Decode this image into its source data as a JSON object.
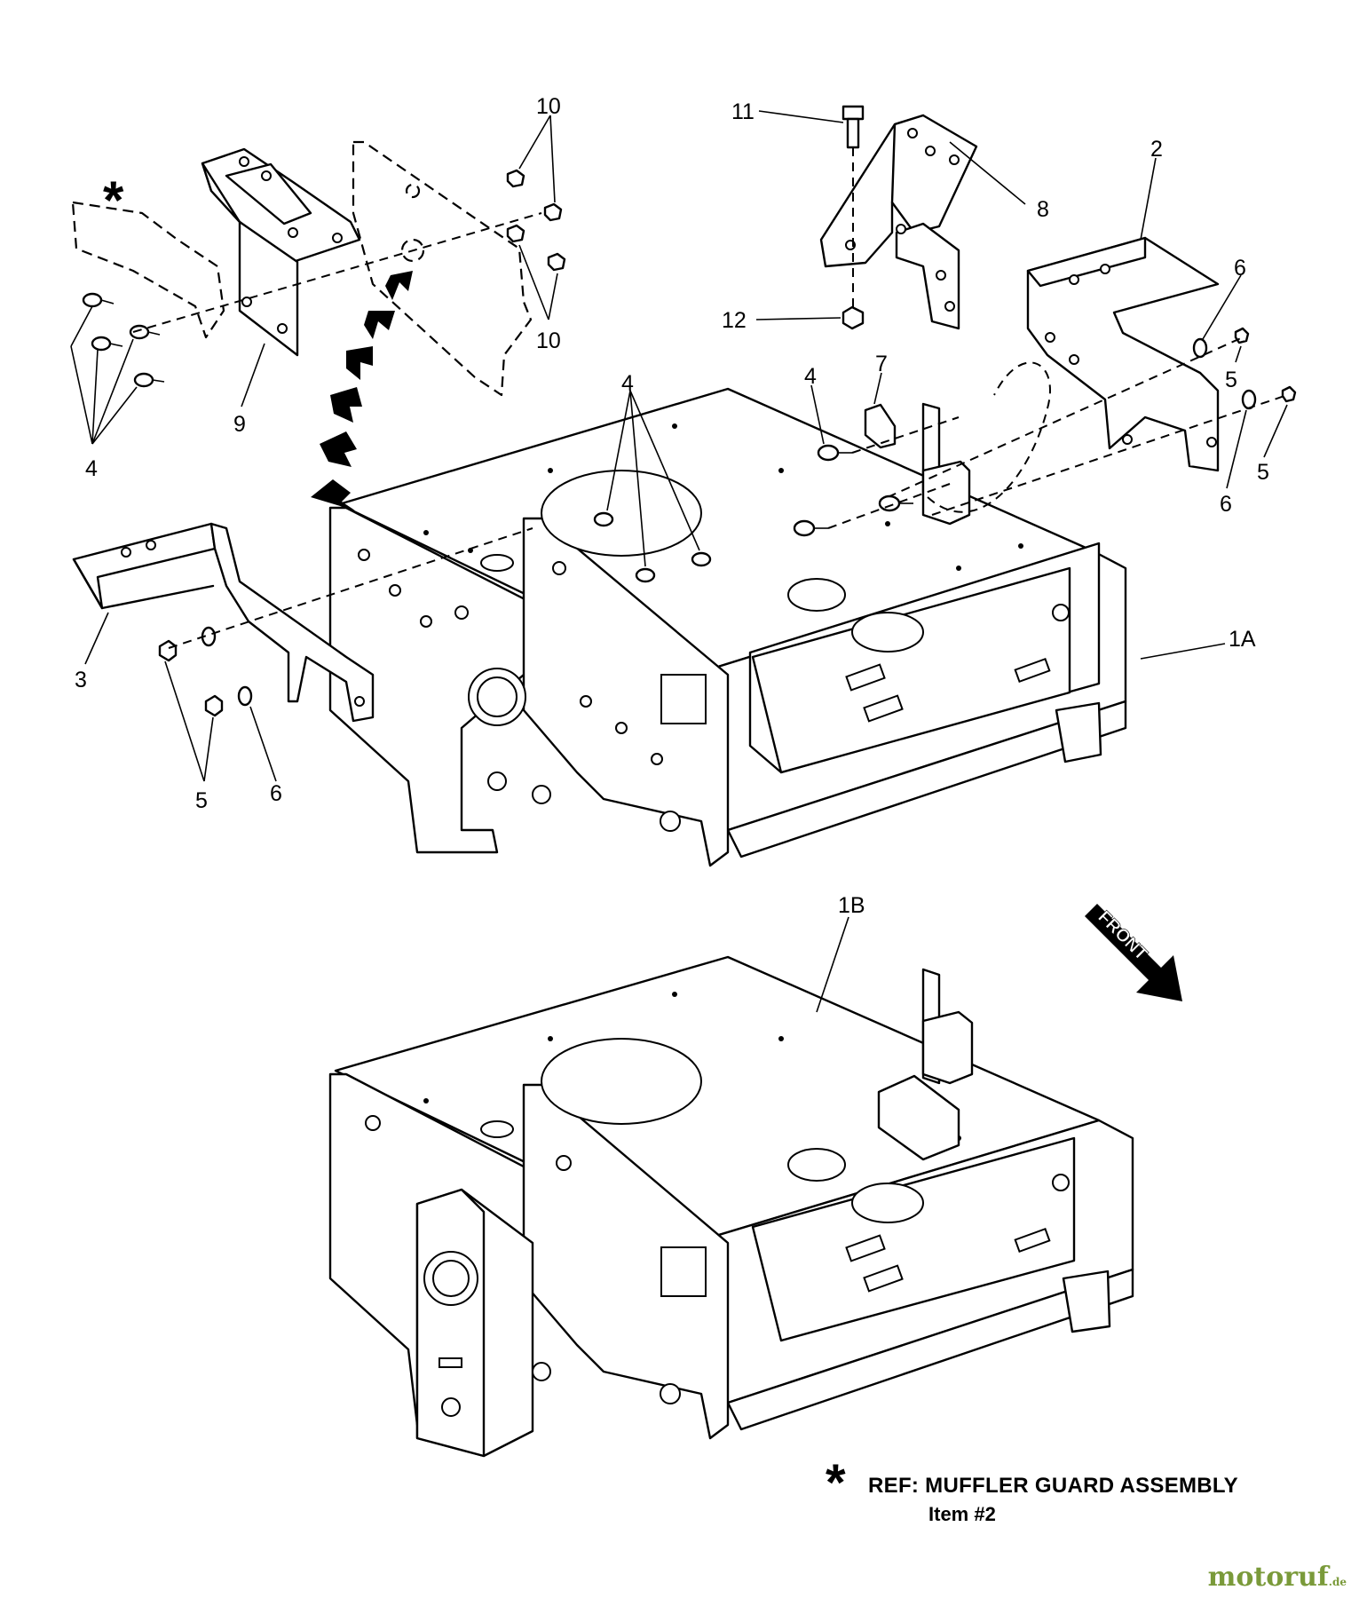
{
  "callouts": {
    "c10_top": "10",
    "c10_bottom": "10",
    "c11": "11",
    "c8": "8",
    "c2": "2",
    "c12": "12",
    "c6_right_top": "6",
    "c5_right_top": "5",
    "c6_right_bottom": "6",
    "c5_right_bottom": "5",
    "c7": "7",
    "c4_right": "4",
    "c4_center": "4",
    "c4_left": "4",
    "c9": "9",
    "c3": "3",
    "c5_left": "5",
    "c6_left": "6",
    "c1A": "1A",
    "c1B": "1B",
    "asterisk_top": "*"
  },
  "front_arrow_label": "FRONT",
  "note": {
    "asterisk": "*",
    "text": "REF: MUFFLER GUARD ASSEMBLY",
    "item": "Item #2"
  },
  "watermark": {
    "name": "motoruf",
    "ext": ".de"
  }
}
